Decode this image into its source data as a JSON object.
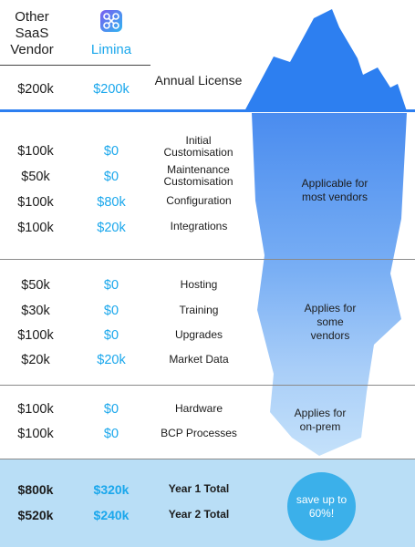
{
  "header": {
    "col1": "Other SaaS Vendor",
    "col2": "Limina"
  },
  "license": {
    "label": "Annual License",
    "other": "$200k",
    "limina": "$200k"
  },
  "section1": {
    "rows": [
      {
        "label": "Initial Customisation",
        "other": "$100k",
        "limina": "$0"
      },
      {
        "label": "Maintenance Customisation",
        "other": "$50k",
        "limina": "$0"
      },
      {
        "label": "Configuration",
        "other": "$100k",
        "limina": "$80k"
      },
      {
        "label": "Integrations",
        "other": "$100k",
        "limina": "$20k"
      }
    ],
    "note": "Applicable for most vendors"
  },
  "section2": {
    "rows": [
      {
        "label": "Hosting",
        "other": "$50k",
        "limina": "$0"
      },
      {
        "label": "Training",
        "other": "$30k",
        "limina": "$0"
      },
      {
        "label": "Upgrades",
        "other": "$100k",
        "limina": "$0"
      },
      {
        "label": "Market Data",
        "other": "$20k",
        "limina": "$20k"
      }
    ],
    "note": "Applies for some vendors"
  },
  "section3": {
    "rows": [
      {
        "label": "Hardware",
        "other": "$100k",
        "limina": "$0"
      },
      {
        "label": "BCP Processes",
        "other": "$100k",
        "limina": "$0"
      }
    ],
    "note": "Applies for on-prem"
  },
  "totals": {
    "rows": [
      {
        "label": "Year 1 Total",
        "other": "$800k",
        "limina": "$320k"
      },
      {
        "label": "Year 2 Total",
        "other": "$520k",
        "limina": "$240k"
      }
    ],
    "badge": "save up to 60%!"
  },
  "colors": {
    "accent": "#1aa7ec",
    "iceberg_tip": "#2d7ff0",
    "iceberg_upper": "#4b8ff0",
    "iceberg_lower": "#9ac3f7",
    "totals_bg": "#b9def6",
    "badge": "#3bb0ea"
  },
  "icons": {
    "logo": "limina-logo-icon"
  }
}
